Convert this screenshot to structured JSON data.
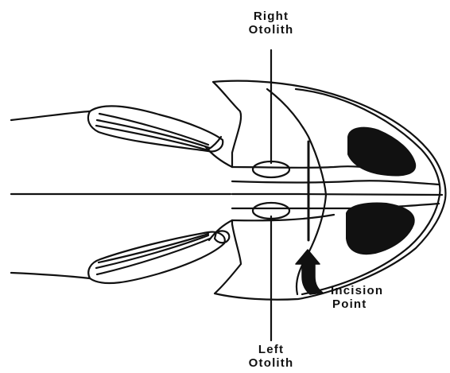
{
  "labels": {
    "right_otolith": {
      "line1": "Right",
      "line2": "Otolith"
    },
    "left_otolith": {
      "line1": "Left",
      "line2": "Otolith"
    },
    "incision_point": {
      "line1": "Incision",
      "line2": "Point"
    }
  },
  "colors": {
    "ink": "#111111",
    "background": "#ffffff"
  }
}
